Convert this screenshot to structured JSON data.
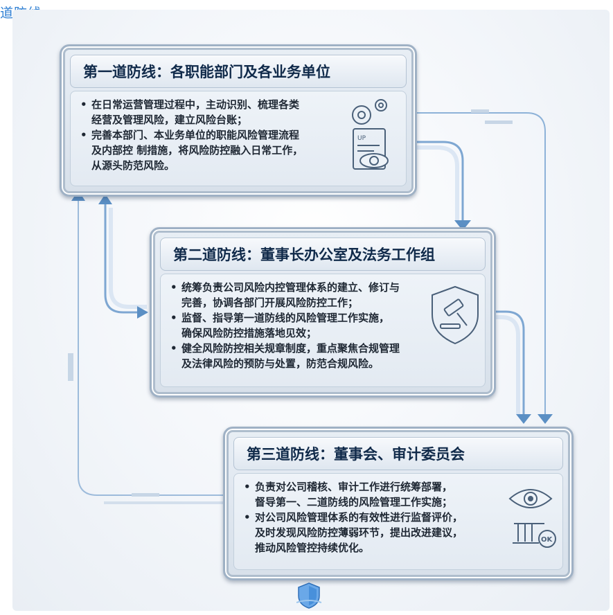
{
  "page_title": "道防线",
  "lines": [
    {
      "title": "第一道防线：各职能部门及各业务单位",
      "items": [
        [
          "在日常运营管理过程中，主动识别、梳理各类",
          "经营及管理风险，建立风险台账；"
        ],
        [
          "完善本部门、本业务单位的职能风险管理流程",
          "及内部控  制措施，将风险防控融入日常工作，",
          "从源头防范风险。"
        ]
      ],
      "icon": "risk-document-eye-gear-icon",
      "icon_text": "UP"
    },
    {
      "title": "第二道防线：董事长办公室及法务工作组",
      "items": [
        [
          "统筹负责公司风险内控管理体系的建立、修订与",
          "完善，协调各部门开展风险防控工作；"
        ],
        [
          "监督、指导第一道防线的风险管理工作实施，",
          "确保风险防控措施落地见效；"
        ],
        [
          "健全风险防控相关规章制度，重点聚焦合规管理",
          "及法律风险的预防与处置，防范合规风险。"
        ]
      ],
      "icon": "shield-gavel-icon"
    },
    {
      "title": "第三道防线：董事会、审计委员会",
      "items": [
        [
          "负责对公司稽核、审计工作进行统筹部署，",
          "督导第一、二道防线的风险管理工作实施；"
        ],
        [
          "对公司风险管理体系的有效性进行监督评价，",
          "及时发现风险防控薄弱环节，提出改进建议，",
          "推动风险管控持续优化。"
        ]
      ],
      "icon": "eye-pillar-ok-icon",
      "icon_text": "OK"
    }
  ],
  "colors": {
    "title_blue": "#2f7fd3",
    "arrow_blue": "#5b8fc4",
    "card_border": "#9fb1c5",
    "heading_text": "#102a4a"
  },
  "footer_icon": "shield-logo-icon"
}
